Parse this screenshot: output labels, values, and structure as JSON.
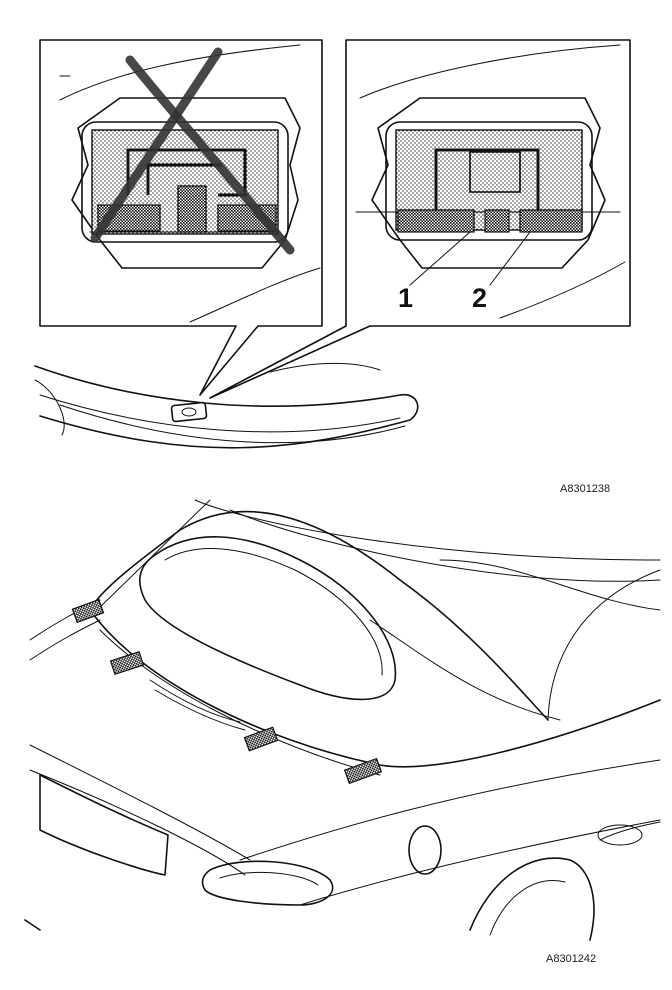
{
  "figure_top": {
    "reference_code": "A8301238",
    "callouts": [
      {
        "id": "callout-1",
        "label": "1"
      },
      {
        "id": "callout-2",
        "label": "2"
      }
    ]
  },
  "figure_bottom": {
    "reference_code": "A8301242"
  },
  "colors": {
    "line": "#111111",
    "background": "#ffffff",
    "cross_mark": "#333333"
  }
}
